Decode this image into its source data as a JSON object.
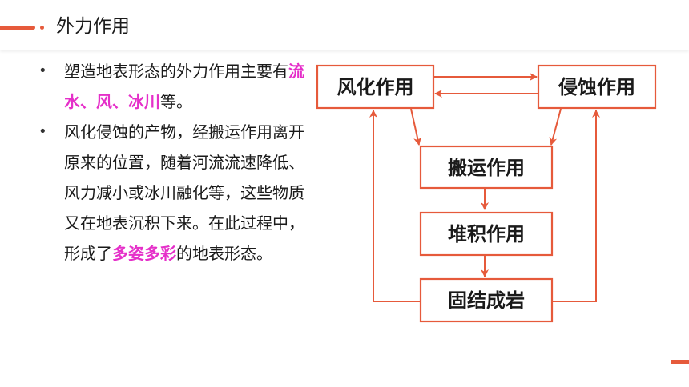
{
  "header": {
    "title": "外力作用"
  },
  "bullets": [
    {
      "segments": [
        {
          "text": "塑造地表形态的外力作用主要有",
          "highlight": false
        },
        {
          "text": "流水、风、冰川",
          "highlight": true
        },
        {
          "text": "等。",
          "highlight": false
        }
      ]
    },
    {
      "segments": [
        {
          "text": "风化侵蚀的产物，经搬运作用离开原来的位置，随着河流流速降低、风力减小或冰川融化等，这些物质又在地表沉积下来。在此过程中，形成了",
          "highlight": false
        },
        {
          "text": "多姿多彩",
          "highlight": true
        },
        {
          "text": "的地表形态。",
          "highlight": false
        }
      ]
    }
  ],
  "diagram": {
    "boxes": {
      "weathering": "风化作用",
      "erosion": "侵蚀作用",
      "transport": "搬运作用",
      "deposition": "堆积作用",
      "consolidation": "固结成岩"
    }
  },
  "colors": {
    "accent": "#e65a3b",
    "highlight": "#e52fc9"
  }
}
